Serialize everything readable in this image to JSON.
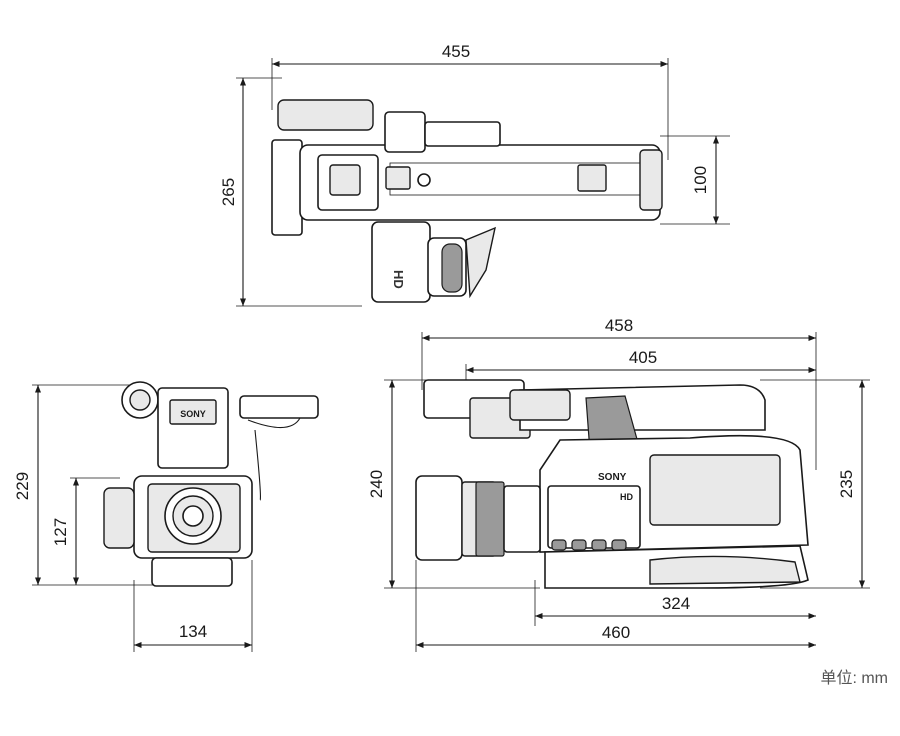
{
  "unit_label": "单位: mm",
  "top_view": {
    "width": "455",
    "height": "265",
    "inner_height": "100"
  },
  "front_view": {
    "height": "229",
    "inner_height": "127",
    "width": "134"
  },
  "side_view": {
    "overall_length": "458",
    "handle_length": "405",
    "height_front": "240",
    "height_rear": "235",
    "base_length": "324",
    "total_length": "460"
  },
  "labels": {
    "brand": "SONY",
    "hd_mark": "HD"
  }
}
